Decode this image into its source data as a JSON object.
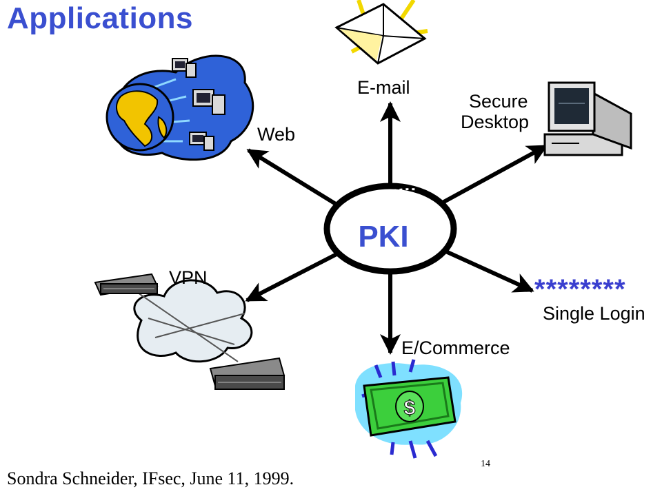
{
  "slide": {
    "title": "Applications",
    "hub": {
      "label": "PKI"
    },
    "nodes": {
      "email": "E-mail",
      "secure_desktop_line1": "Secure",
      "secure_desktop_line2": "Desktop",
      "web": "Web",
      "vpn": "VPN",
      "single_login_stars": "********",
      "single_login": "Single Login",
      "ecommerce": "E/Commerce"
    },
    "page_number": "14",
    "credit": "Sondra Schneider, IFsec, June 11, 1999."
  },
  "colors": {
    "title": "#3a4fd0",
    "hub_text": "#3a4fd0",
    "stars": "#3a3fcf",
    "globe_ocean": "#2f62d8",
    "globe_land": "#f2c400",
    "bill": "#3ccf3c",
    "cloud": "#e6edf2"
  },
  "icons": [
    "envelope-icon",
    "globe-network-icon",
    "desktop-computer-icon",
    "vpn-cloud-icon",
    "dollar-bill-icon"
  ]
}
